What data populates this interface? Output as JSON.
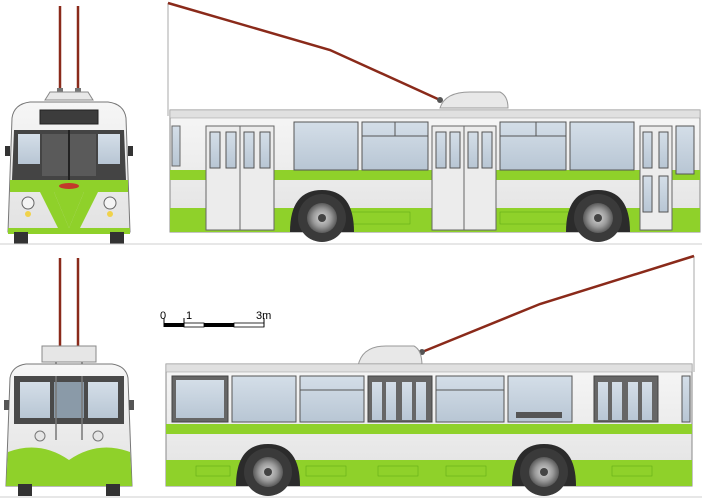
{
  "scale_bar": {
    "label_zero": "0",
    "label_one": "1",
    "label_three": "3m"
  },
  "colors": {
    "body": "#eeeeee",
    "green": "#8fd12a",
    "green_dark": "#5aa815",
    "pole": "#8a2a1a",
    "window": "#c7d3df",
    "frame": "#555555",
    "tire": "#3a3a3a"
  }
}
